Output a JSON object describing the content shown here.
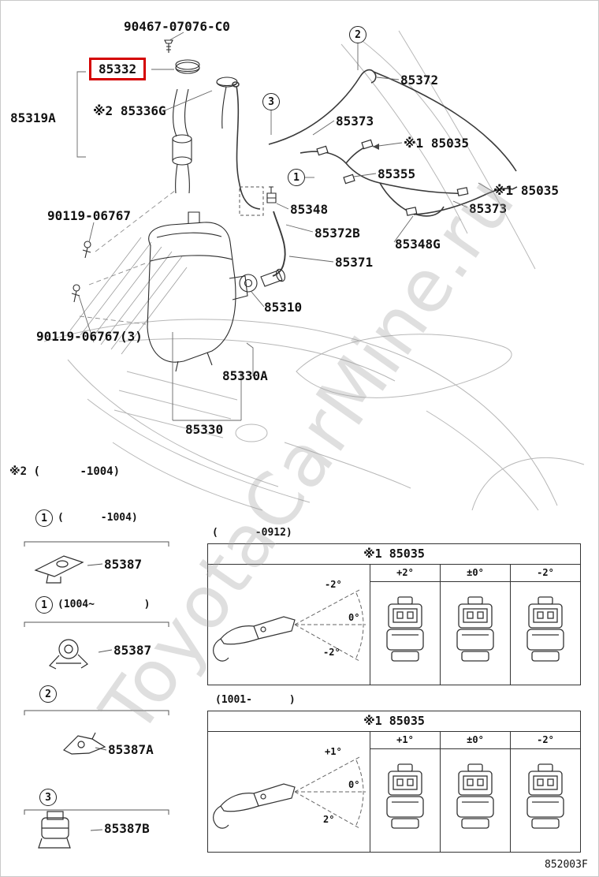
{
  "watermark": "ToyotaCarMine.ru",
  "doc_code": "852003F",
  "callouts": {
    "c1": "1",
    "c2": "2",
    "c3": "3"
  },
  "labels": {
    "bolt_top": "90467-07076-C0",
    "highlight": "85332",
    "reservoir_assy": "85319A",
    "cap": "※2 85336G",
    "hose_right_top": "85372",
    "hose_mid": "85373",
    "nozzle_left": "※1 85035",
    "hose_center": "85355",
    "nozzle_right": "※1 85035",
    "hose_right_low": "85373",
    "grommet": "85348",
    "hose_b": "85372B",
    "grommet_g": "85348G",
    "hose_f": "85371",
    "bolt_left": "90119-06767",
    "pump": "85310",
    "bolt_left_3": "90119-06767(3)",
    "jar_a": "85330A",
    "jar": "85330",
    "footnote": "※2 (      -1004)"
  },
  "legend": [
    {
      "num": "1",
      "range": "(      -1004)",
      "part": "85387"
    },
    {
      "num": "1",
      "range": "(1004~        )",
      "part": "85387"
    },
    {
      "num": "2",
      "range": "",
      "part": "85387A"
    },
    {
      "num": "3",
      "range": "",
      "part": "85387B"
    }
  ],
  "tables": [
    {
      "range": "(      -0912)",
      "title": "※1 85035",
      "columns": [
        "+2°",
        "±0°",
        "-2°"
      ],
      "angles": [
        "-2°",
        "0°",
        "-2°"
      ]
    },
    {
      "range": "(1001-      )",
      "title": "※1 85035",
      "columns": [
        "+1°",
        "±0°",
        "-2°"
      ],
      "angles": [
        "+1°",
        "0°",
        "2°"
      ]
    }
  ]
}
